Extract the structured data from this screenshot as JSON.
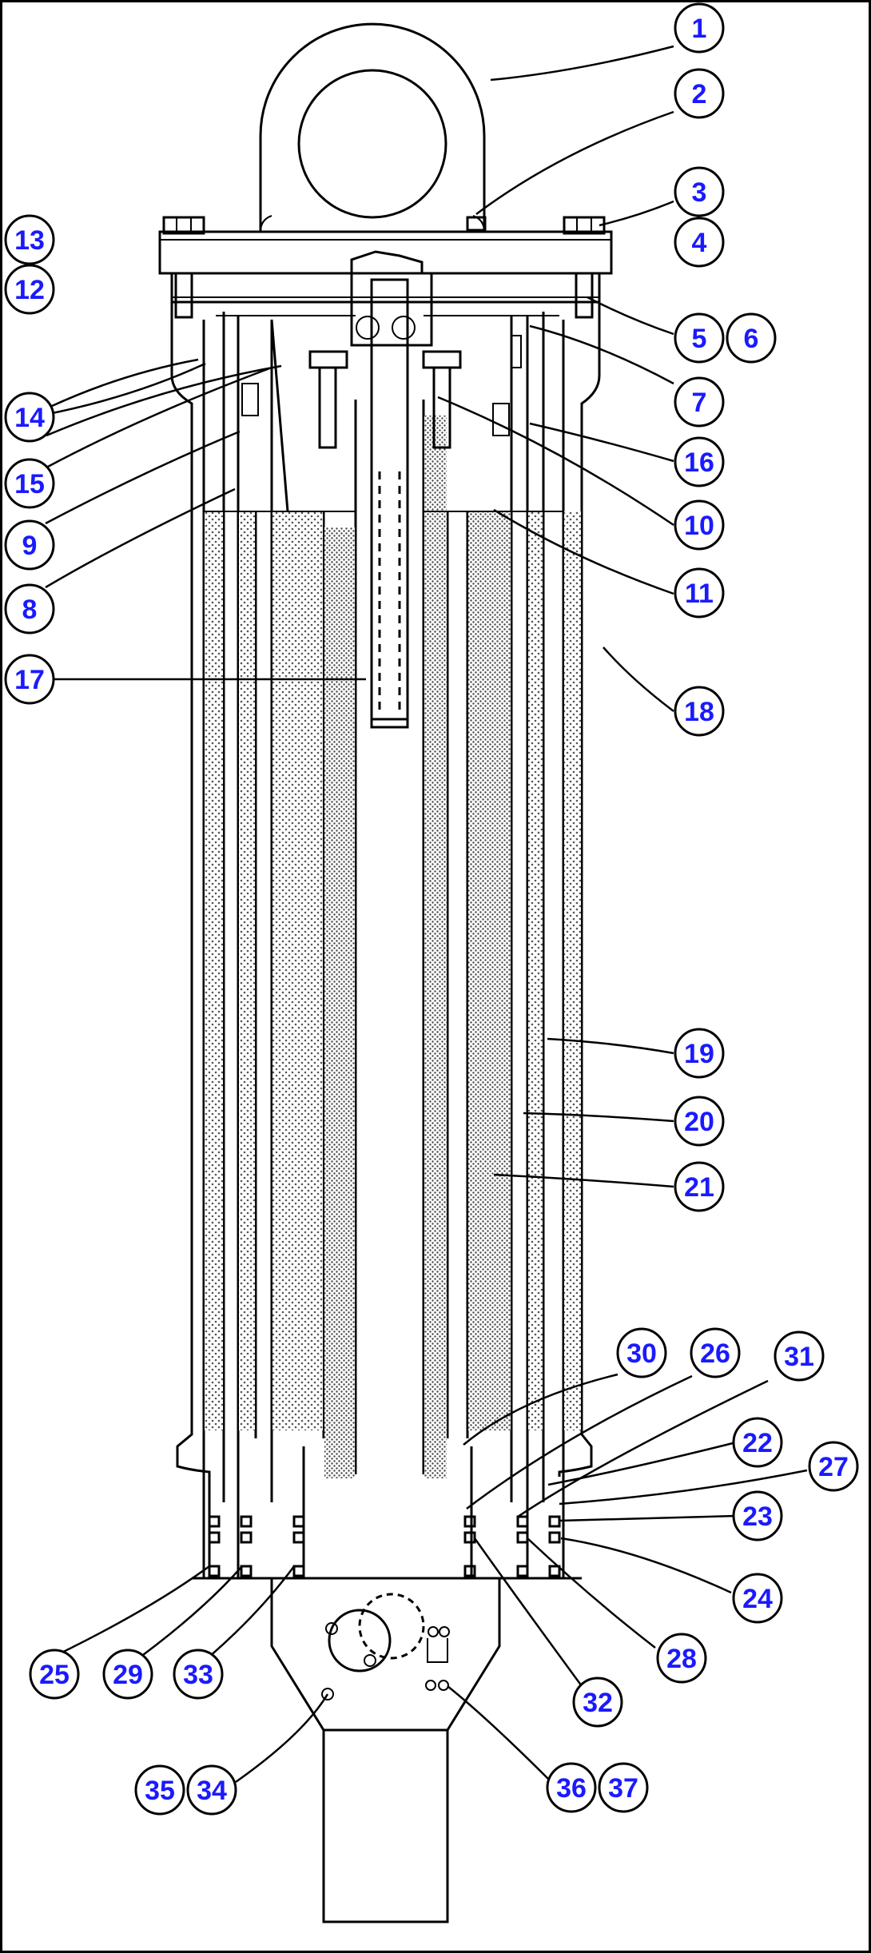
{
  "callouts": [
    {
      "id": "1",
      "label": "1"
    },
    {
      "id": "2",
      "label": "2"
    },
    {
      "id": "3",
      "label": "3"
    },
    {
      "id": "4",
      "label": "4"
    },
    {
      "id": "5",
      "label": "5"
    },
    {
      "id": "6",
      "label": "6"
    },
    {
      "id": "7",
      "label": "7"
    },
    {
      "id": "8",
      "label": "8"
    },
    {
      "id": "9",
      "label": "9"
    },
    {
      "id": "10",
      "label": "10"
    },
    {
      "id": "11",
      "label": "11"
    },
    {
      "id": "12",
      "label": "12"
    },
    {
      "id": "13",
      "label": "13"
    },
    {
      "id": "14",
      "label": "14"
    },
    {
      "id": "15",
      "label": "15"
    },
    {
      "id": "16",
      "label": "16"
    },
    {
      "id": "17",
      "label": "17"
    },
    {
      "id": "18",
      "label": "18"
    },
    {
      "id": "19",
      "label": "19"
    },
    {
      "id": "20",
      "label": "20"
    },
    {
      "id": "21",
      "label": "21"
    },
    {
      "id": "22",
      "label": "22"
    },
    {
      "id": "23",
      "label": "23"
    },
    {
      "id": "24",
      "label": "24"
    },
    {
      "id": "25",
      "label": "25"
    },
    {
      "id": "26",
      "label": "26"
    },
    {
      "id": "27",
      "label": "27"
    },
    {
      "id": "28",
      "label": "28"
    },
    {
      "id": "29",
      "label": "29"
    },
    {
      "id": "30",
      "label": "30"
    },
    {
      "id": "31",
      "label": "31"
    },
    {
      "id": "32",
      "label": "32"
    },
    {
      "id": "33",
      "label": "33"
    },
    {
      "id": "34",
      "label": "34"
    },
    {
      "id": "35",
      "label": "35"
    },
    {
      "id": "36",
      "label": "36"
    },
    {
      "id": "37",
      "label": "37"
    }
  ],
  "colors": {
    "callout_text": "#1a1aff",
    "line": "#000000",
    "background": "#ffffff"
  }
}
